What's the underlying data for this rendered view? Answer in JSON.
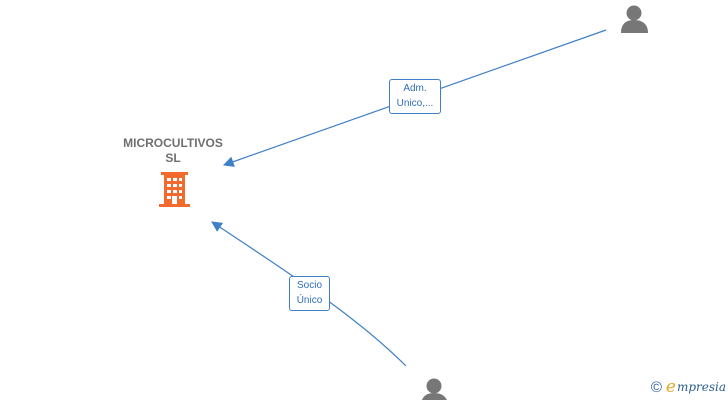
{
  "company": {
    "name_line1": "MICROCULTIVOS",
    "name_line2": "SL",
    "icon": "building-icon",
    "color": "#f26a2e"
  },
  "people": [
    {
      "icon": "person-icon",
      "color": "#777777"
    },
    {
      "icon": "person-icon",
      "color": "#777777"
    }
  ],
  "relations": [
    {
      "line1": "Adm.",
      "line2": "Unico,...",
      "color": "#3f7fc7"
    },
    {
      "line1": "Socio",
      "line2": "Único",
      "color": "#3f7fc7"
    }
  ],
  "watermark": {
    "copyright": "©",
    "brand_initial": "e",
    "brand_rest": "mpresia"
  }
}
